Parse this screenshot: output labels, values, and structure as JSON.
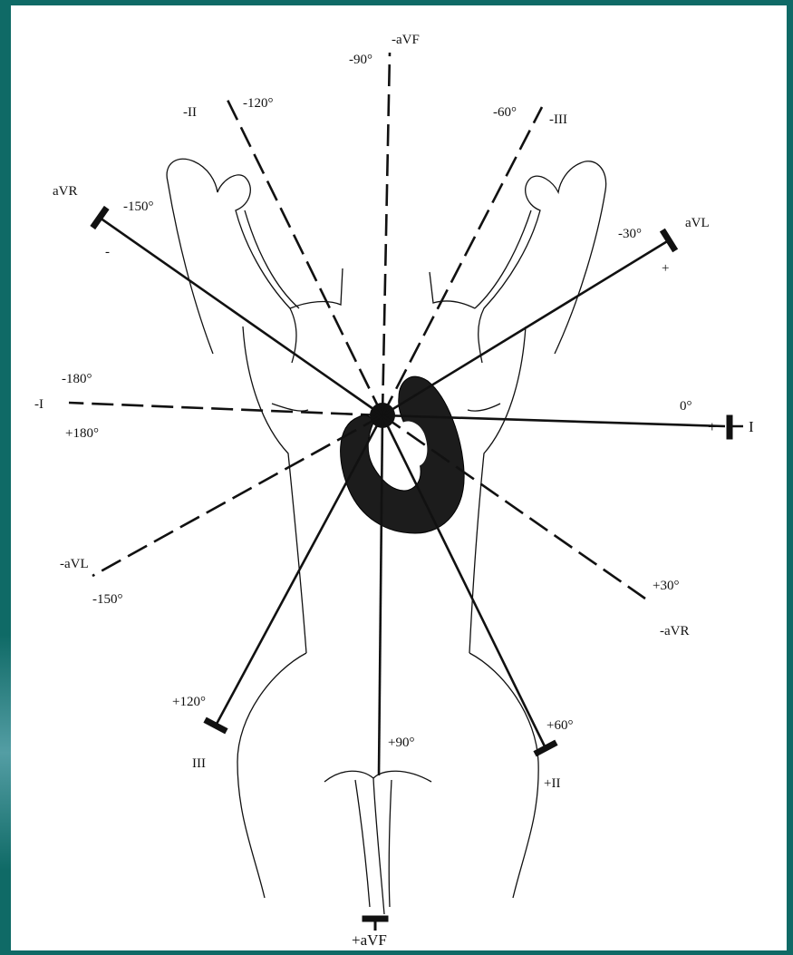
{
  "diagram": {
    "colors": {
      "frame": "#0f6a66",
      "paper": "#ffffff",
      "ink": "#111111"
    },
    "labels": {
      "minus_90": "-90°",
      "minus_avf": "-aVF",
      "minus_120": "-120°",
      "minus_ii": "-II",
      "minus_60": "-60°",
      "minus_iii": "-III",
      "avr": "aVR",
      "minus_150_top": "-150°",
      "minus_sign_avr": "-",
      "minus_30": "-30°",
      "avl": "aVL",
      "plus_sign_avl": "+",
      "minus_180": "-180°",
      "minus_i": "-I",
      "plus_180": "+180°",
      "zero_deg": "0°",
      "plus_sign_i": "+",
      "lead_i": "I",
      "minus_avl": "-aVL",
      "minus_150_bottom": "-150°",
      "plus_30": "+30°",
      "minus_avr": "-aVR",
      "plus_120": "+120°",
      "lead_iii": "III",
      "plus_90": "+90°",
      "plus_60": "+60°",
      "plus_ii": "+II",
      "plus_avf": "+aVF"
    }
  }
}
